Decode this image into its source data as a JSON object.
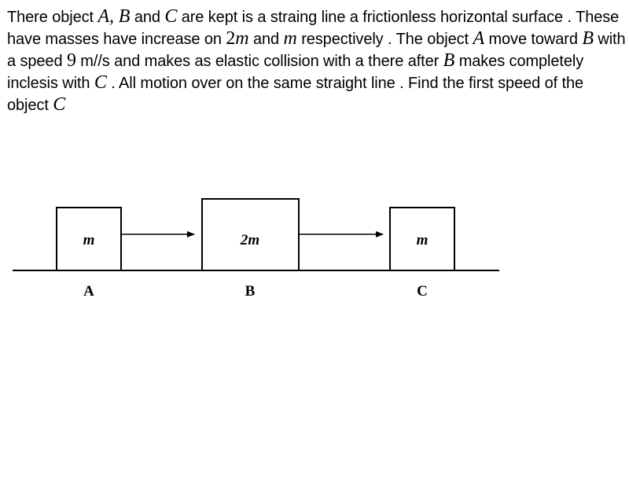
{
  "question": {
    "t1": "There object ",
    "m1": "A, B",
    "t2": " and ",
    "m2": "C",
    "t3": " are kept is a straing line a frictionless horizontal surface . These have masses have increase on ",
    "m3_num": "2",
    "m3_var": "m",
    "t4": " and ",
    "m4": "m",
    "t5": " respectively . The object ",
    "m5": "A",
    "t6": " move toward ",
    "m6": "B",
    "t7": " with a speed ",
    "m7": "9",
    "t8": " m//s and makes as elastic collision with a there after ",
    "m8": "B",
    "t9": " makes completely inclesis with ",
    "m9": "C",
    "t10": " . All motion over on the same straight line . Find the first speed of the object ",
    "m10": "C"
  },
  "figure": {
    "blocks": [
      {
        "mass": "m",
        "label": "A"
      },
      {
        "mass": "2m",
        "label": "B"
      },
      {
        "mass": "m",
        "label": "C"
      }
    ]
  }
}
